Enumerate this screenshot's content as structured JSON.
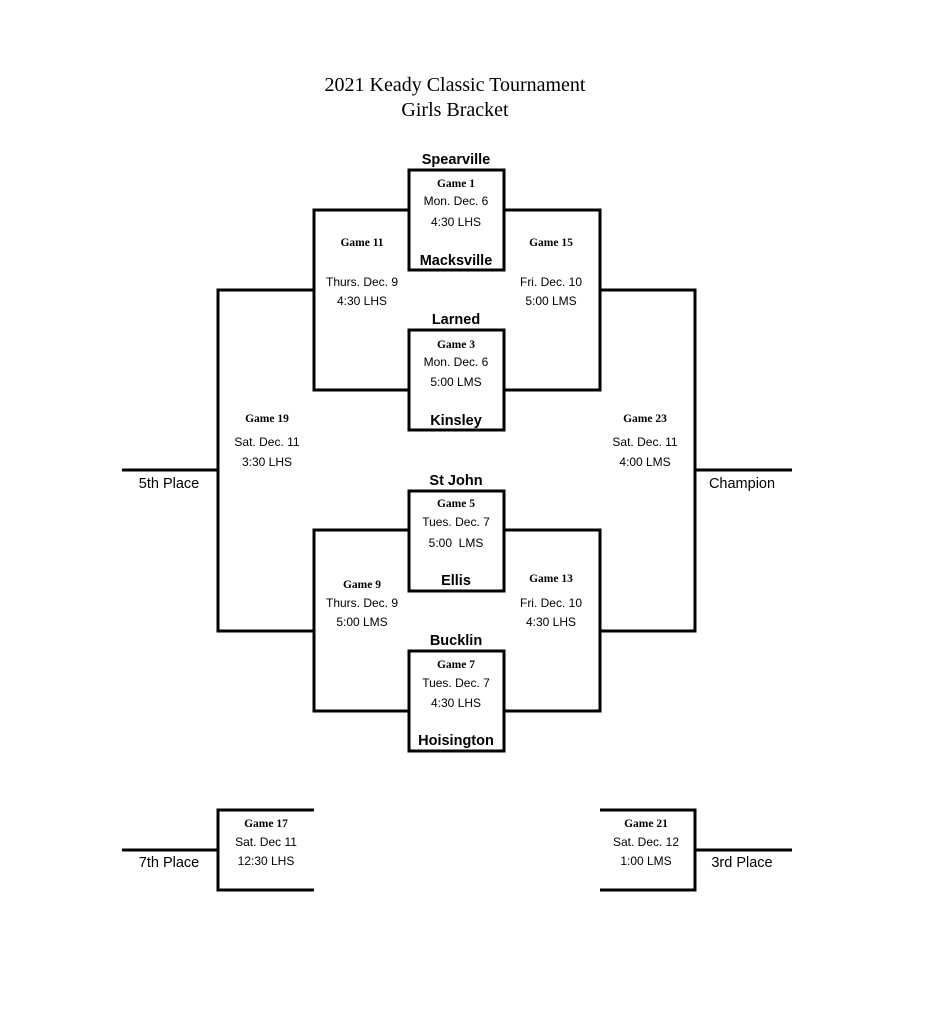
{
  "header": {
    "title_line1": "2021 Keady Classic Tournament",
    "title_line2": "Girls Bracket"
  },
  "teams": {
    "spearville": "Spearville",
    "macksville": "Macksville",
    "larned": "Larned",
    "kinsley": "Kinsley",
    "st_john": "St John",
    "ellis": "Ellis",
    "bucklin": "Bucklin",
    "hoisington": "Hoisington"
  },
  "games": {
    "g1": {
      "title": "Game 1",
      "date": "Mon. Dec. 6",
      "time": "4:30 LHS"
    },
    "g3": {
      "title": "Game 3",
      "date": "Mon. Dec. 6",
      "time": "5:00 LMS"
    },
    "g5": {
      "title": "Game 5",
      "date": "Tues. Dec. 7",
      "time": "5:00  LMS"
    },
    "g7": {
      "title": "Game 7",
      "date": "Tues. Dec. 7",
      "time": "4:30 LHS"
    },
    "g9": {
      "title": "Game 9",
      "date": "Thurs. Dec. 9",
      "time": "5:00 LMS"
    },
    "g11": {
      "title": "Game 11",
      "date": "Thurs. Dec. 9",
      "time": "4:30 LHS"
    },
    "g13": {
      "title": "Game 13",
      "date": "Fri. Dec. 10",
      "time": "4:30 LHS"
    },
    "g15": {
      "title": "Game 15",
      "date": "Fri. Dec. 10",
      "time": "5:00 LMS"
    },
    "g17": {
      "title": "Game 17",
      "date": "Sat. Dec 11",
      "time": "12:30 LHS"
    },
    "g19": {
      "title": "Game 19",
      "date": "Sat. Dec. 11",
      "time": "3:30 LHS"
    },
    "g21": {
      "title": "Game 21",
      "date": "Sat. Dec. 12",
      "time": "1:00 LMS"
    },
    "g23": {
      "title": "Game 23",
      "date": "Sat. Dec. 11",
      "time": "4:00 LMS"
    }
  },
  "places": {
    "fifth": "5th Place",
    "champion": "Champion",
    "seventh": "7th Place",
    "third": "3rd Place"
  }
}
